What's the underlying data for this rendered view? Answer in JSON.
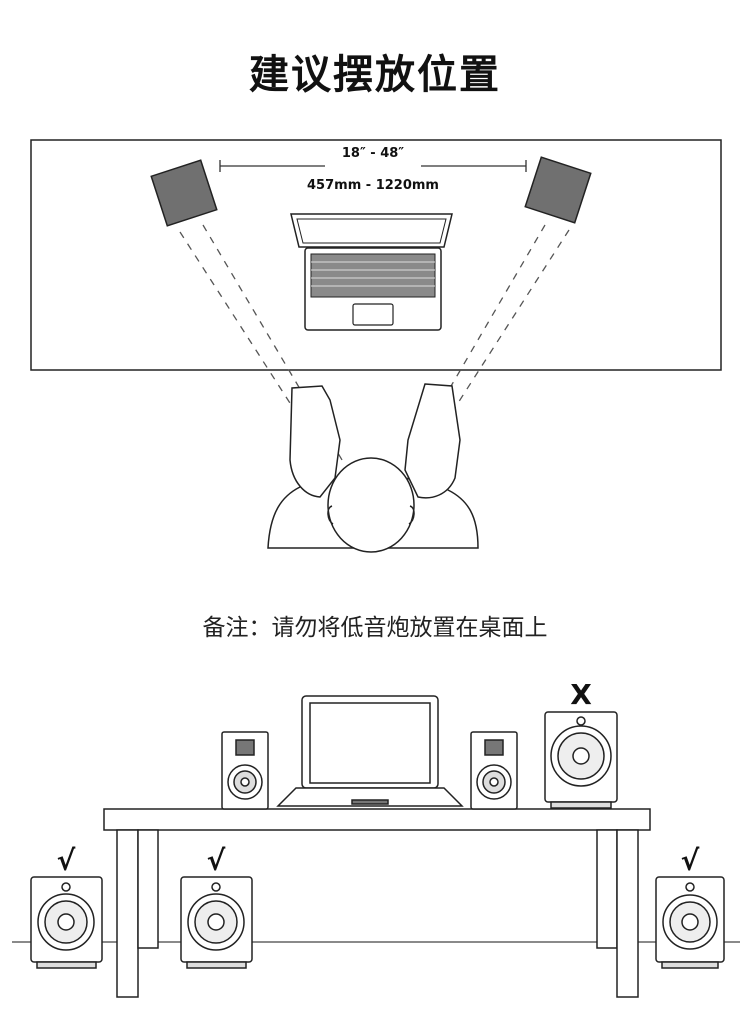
{
  "title": "建议摆放位置",
  "dimension": {
    "imperial": "18″ - 48″",
    "metric": "457mm - 1220mm"
  },
  "note": "备注：请勿将低音炮放置在桌面上",
  "marks": {
    "correct": "√",
    "wrong": "X"
  }
}
